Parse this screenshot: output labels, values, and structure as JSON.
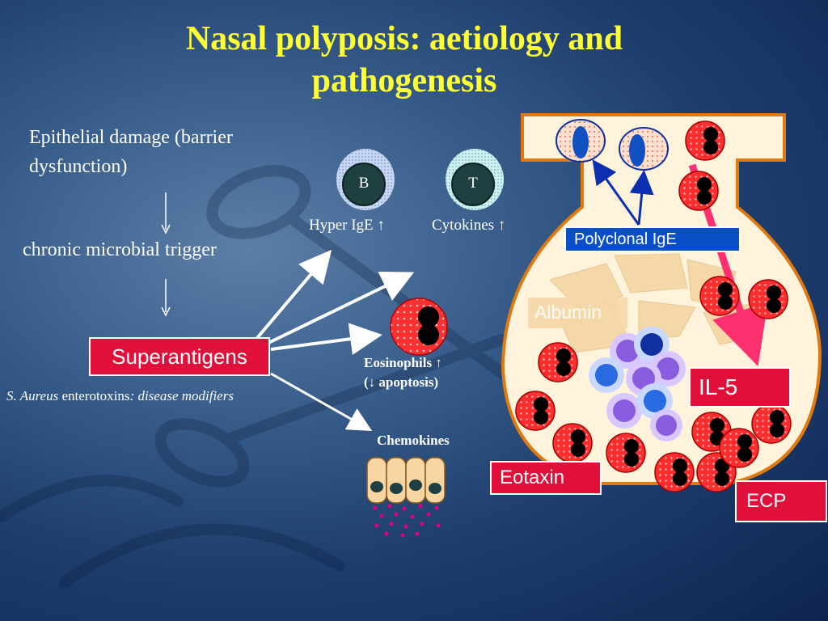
{
  "title_line1": "Nasal polyposis: aetiology and",
  "title_line2": "pathogenesis",
  "flow": {
    "step1_line1": "Epithelial damage (barrier",
    "step1_line2": "dysfunction)",
    "step2": "chronic microbial trigger",
    "superantigens": "Superantigens",
    "note_italic": "S. Aureus",
    "note_plain": " enterotoxins",
    "note_tail": ": disease modifiers"
  },
  "cells": {
    "b_label": "B",
    "t_label": "T",
    "hyper_ige": "Hyper IgE ↑",
    "cytokines": "Cytokines ↑",
    "eosinophils": "Eosinophils ↑",
    "apoptosis": "(↓ apoptosis)",
    "chemokines": "Chemokines"
  },
  "polyp": {
    "polyclonal_ige": "Polyclonal IgE",
    "albumin": "Albumin",
    "il5": "IL-5",
    "eotaxin": "Eotaxin",
    "ecp": "ECP"
  },
  "colors": {
    "title": "#ffff33",
    "red_box": "#e0103a",
    "blue_box": "#0a4fc8",
    "polyp_fill": "#fff3dc",
    "polyp_border": "#e07a10"
  }
}
